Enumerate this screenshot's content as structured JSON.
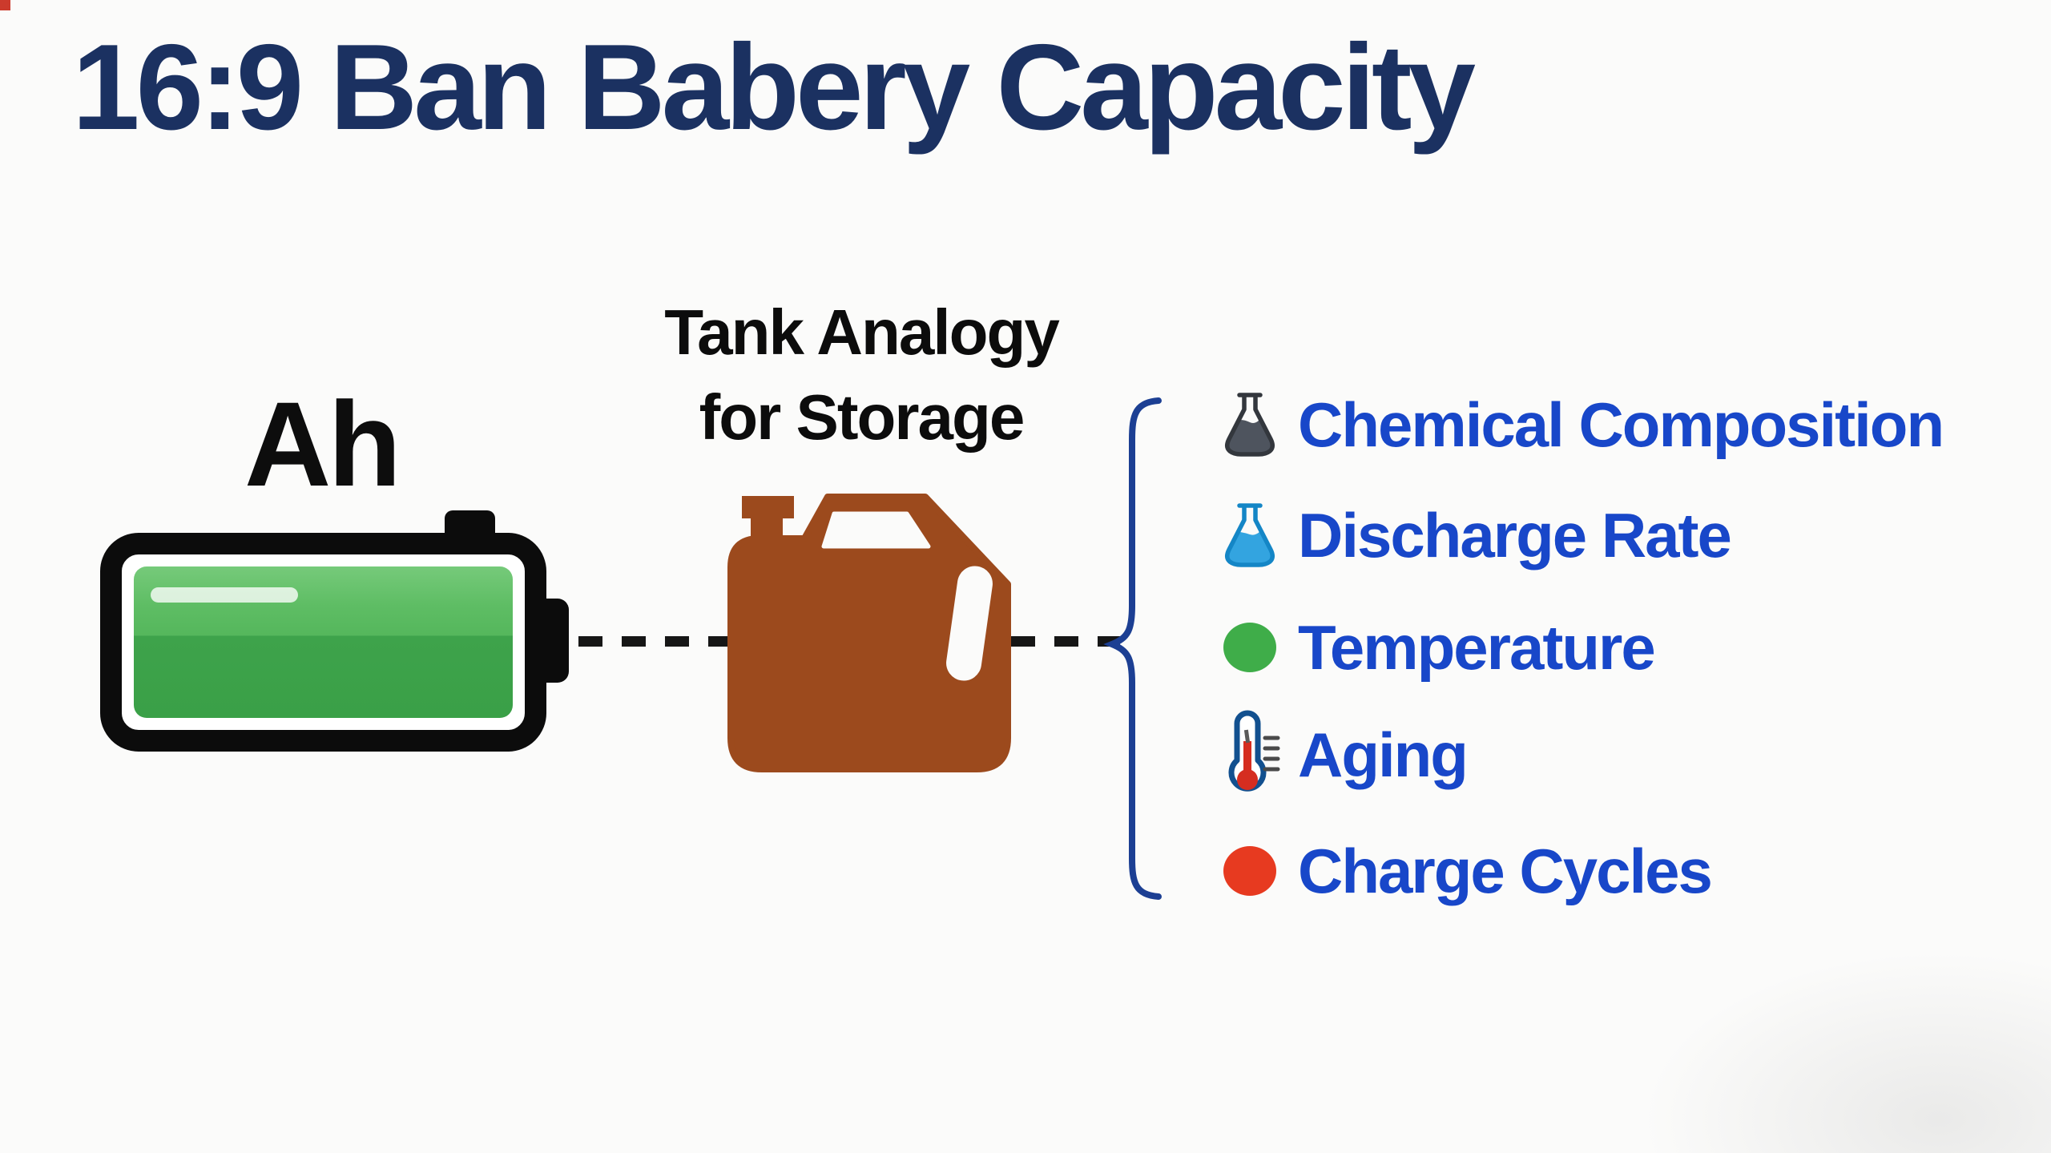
{
  "title": "16:9 Ban Babery Capacity",
  "battery": {
    "unit_label": "Ah"
  },
  "tank": {
    "label_line1": "Tank Analogy",
    "label_line2": "for Storage"
  },
  "factors": [
    {
      "icon": "flask-dark-icon",
      "label": "Chemical Composition"
    },
    {
      "icon": "flask-blue-icon",
      "label": "Discharge Rate"
    },
    {
      "icon": "green-dot-icon",
      "label": "Temperature"
    },
    {
      "icon": "thermometer-icon",
      "label": "Aging"
    },
    {
      "icon": "red-dot-icon",
      "label": "Charge Cycles"
    }
  ],
  "colors": {
    "title_navy": "#1b3161",
    "item_blue": "#1847c9",
    "brace_blue": "#1c3f93",
    "battery_green_light": "#5ebd64",
    "battery_green_dark": "#3aa047",
    "tank_brown": "#9c4a1d",
    "flask_dark_outline": "#33373d",
    "flask_dark_liquid": "#4e545e",
    "flask_blue_outline": "#1486c6",
    "flask_blue_liquid": "#33a4e0",
    "green_dot": "#3fad49",
    "red_dot": "#e73a20",
    "thermometer_outline": "#12508f",
    "thermometer_mercury": "#d52d20",
    "dash_black": "#161616"
  }
}
